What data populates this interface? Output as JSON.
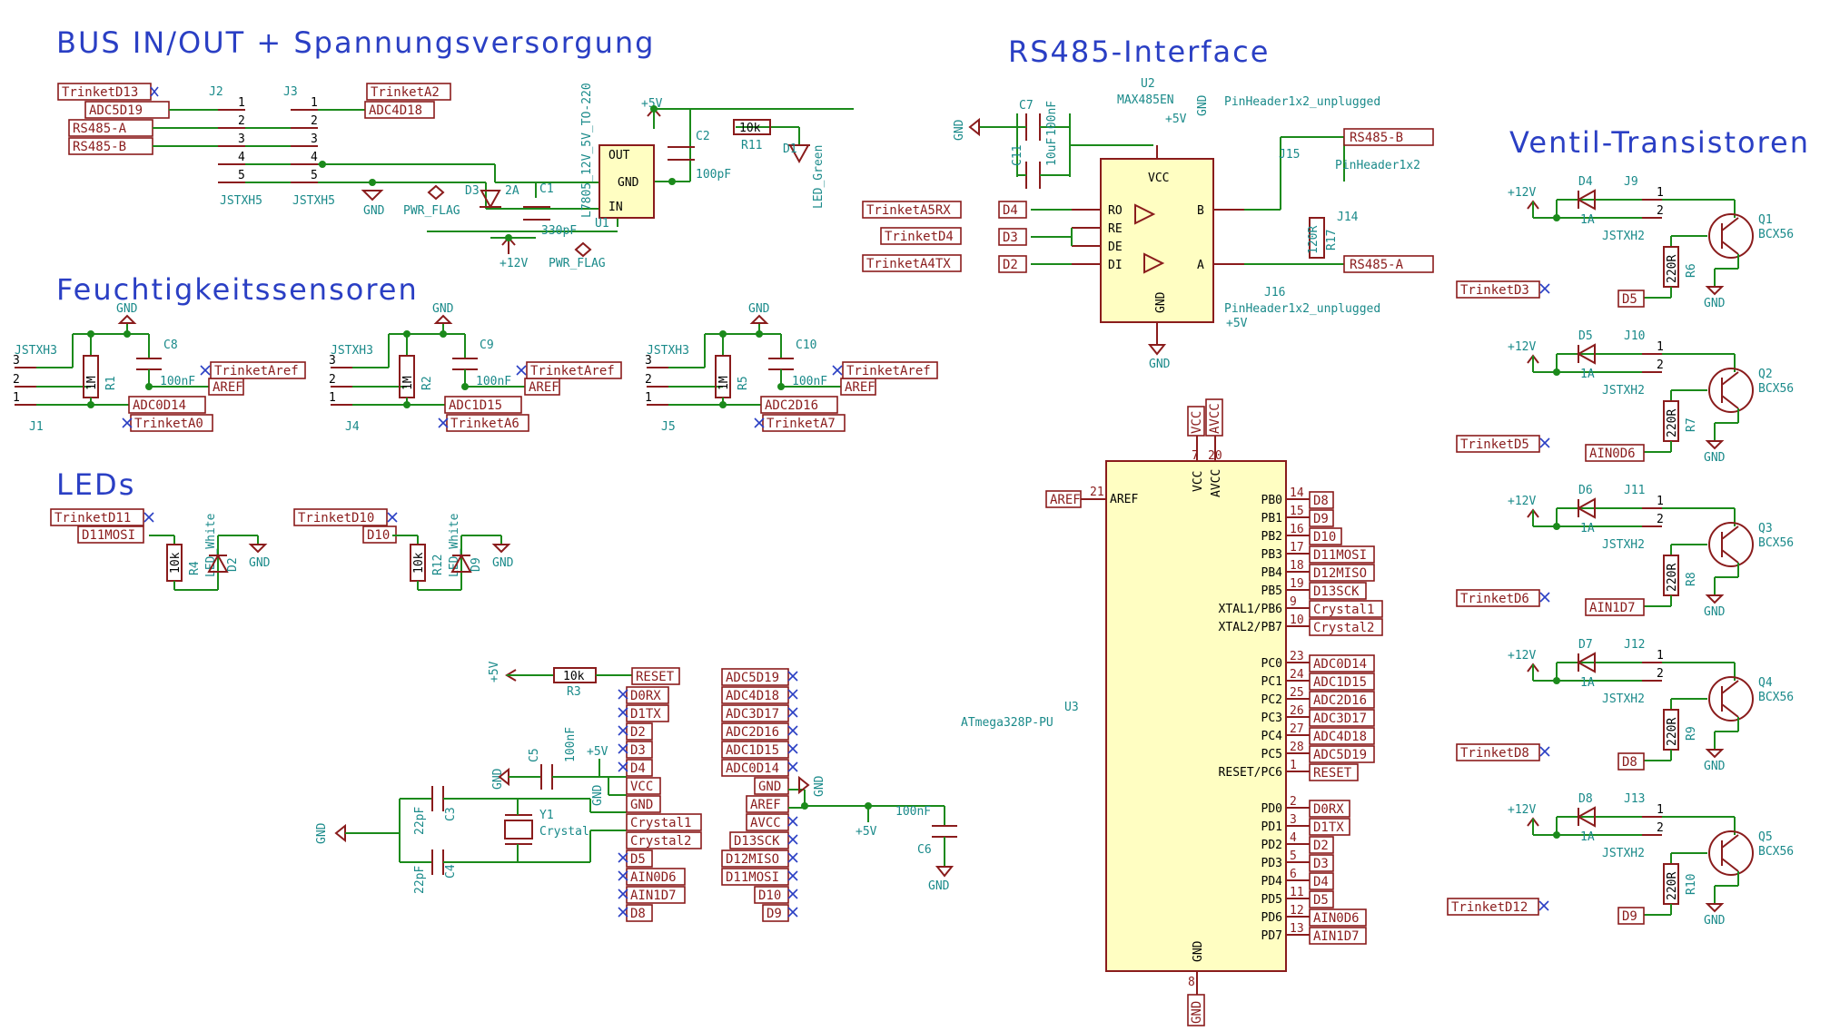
{
  "sections": {
    "bus": "BUS IN/OUT + Spannungsversorgung",
    "rs485": "RS485-Interface",
    "feucht": "Feuchtigkeitssensoren",
    "leds": "LEDs",
    "ventil": "Ventil-Transistoren"
  },
  "bus": {
    "j2": "J2",
    "j3": "J3",
    "jstxh5": "JSTXH5",
    "trinketD13": "TrinketD13",
    "adc5d19": "ADC5D19",
    "rs485a": "RS485-A",
    "rs485b": "RS485-B",
    "trinketA2": "TrinketA2",
    "adc4d18": "ADC4D18",
    "u1": "U1",
    "u1val": "L7805_12V_5V_TO-220",
    "out": "OUT",
    "gnd": "GND",
    "in": "IN",
    "d3": "D3",
    "d3val": "2A",
    "c1": "C1",
    "c1val": "330pF",
    "c2": "C2",
    "c2val": "100pF",
    "r11": "R11",
    "r11val": "10k",
    "d1": "D1",
    "d1val": "LED_Green",
    "p5v": "+5V",
    "p12v": "+12V",
    "pwrflag": "PWR_FLAG",
    "gndlbl": "GND"
  },
  "rs485": {
    "u2": "U2",
    "u2val": "MAX485EN",
    "c7": "C7",
    "c7val": "100nF",
    "c11": "C11",
    "c11val": "10uF",
    "j15": "J15",
    "j14": "J14",
    "j16": "J16",
    "r17": "R17",
    "r17val": "120R",
    "ph_unplugged": "PinHeader1x2_unplugged",
    "ph": "PinHeader1x2",
    "trinketA5RX": "TrinketA5RX",
    "trinketD4": "TrinketD4",
    "trinketA4TX": "TrinketA4TX",
    "d4": "D4",
    "d3": "D3",
    "d2": "D2",
    "rsb": "RS485-B",
    "rsa": "RS485-A",
    "ro": "RO",
    "re": "RE",
    "de": "DE",
    "di": "DI",
    "vcc": "VCC",
    "b": "B",
    "a": "A",
    "gnd": "GND"
  },
  "sensors": [
    {
      "j": "J1",
      "r": "R1",
      "c": "C8",
      "adc": "ADC0D14",
      "trinket": "TrinketA0"
    },
    {
      "j": "J4",
      "r": "R2",
      "c": "C9",
      "adc": "ADC1D15",
      "trinket": "TrinketA6"
    },
    {
      "j": "J5",
      "r": "R5",
      "c": "C10",
      "adc": "ADC2D16",
      "trinket": "TrinketA7"
    }
  ],
  "sensor_common": {
    "jstxh3": "JSTXH3",
    "rval": "1M",
    "cval": "100nF",
    "aref": "AREF",
    "trinketAref": "TrinketAref",
    "gnd": "GND"
  },
  "leds": [
    {
      "trinket": "TrinketD11",
      "net": "D11MOSI",
      "r": "R4",
      "d": "D2"
    },
    {
      "trinket": "TrinketD10",
      "net": "D10",
      "r": "R12",
      "d": "D9"
    }
  ],
  "led_common": {
    "rval": "10k",
    "dval": "LED_White",
    "gnd": "GND"
  },
  "mcu": {
    "u3": "U3",
    "u3val": "ATmega328P-PU",
    "aref": "AREF",
    "vcc": "VCC",
    "avcc": "AVCC",
    "gnd": "GND",
    "right_pins": [
      {
        "no": "14",
        "name": "PB0",
        "net": "D8"
      },
      {
        "no": "15",
        "name": "PB1",
        "net": "D9"
      },
      {
        "no": "16",
        "name": "PB2",
        "net": "D10"
      },
      {
        "no": "17",
        "name": "PB3",
        "net": "D11MOSI"
      },
      {
        "no": "18",
        "name": "PB4",
        "net": "D12MISO"
      },
      {
        "no": "19",
        "name": "PB5",
        "net": "D13SCK"
      },
      {
        "no": "9",
        "name": "XTAL1/PB6",
        "net": "Crystal1"
      },
      {
        "no": "10",
        "name": "XTAL2/PB7",
        "net": "Crystal2"
      },
      {
        "no": "23",
        "name": "PC0",
        "net": "ADC0D14"
      },
      {
        "no": "24",
        "name": "PC1",
        "net": "ADC1D15"
      },
      {
        "no": "25",
        "name": "PC2",
        "net": "ADC2D16"
      },
      {
        "no": "26",
        "name": "PC3",
        "net": "ADC3D17"
      },
      {
        "no": "27",
        "name": "PC4",
        "net": "ADC4D18"
      },
      {
        "no": "28",
        "name": "PC5",
        "net": "ADC5D19"
      },
      {
        "no": "1",
        "name": "RESET/PC6",
        "net": "RESET"
      },
      {
        "no": "2",
        "name": "PD0",
        "net": "D0RX"
      },
      {
        "no": "3",
        "name": "PD1",
        "net": "D1TX"
      },
      {
        "no": "4",
        "name": "PD2",
        "net": "D2"
      },
      {
        "no": "5",
        "name": "PD3",
        "net": "D3"
      },
      {
        "no": "6",
        "name": "PD4",
        "net": "D4"
      },
      {
        "no": "11",
        "name": "PD5",
        "net": "D5"
      },
      {
        "no": "12",
        "name": "PD6",
        "net": "AIN0D6"
      },
      {
        "no": "13",
        "name": "PD7",
        "net": "AIN1D7"
      }
    ]
  },
  "aux": {
    "r3": "R3",
    "r3val": "10k",
    "p5v": "+5V",
    "reset": "RESET",
    "left_labels": [
      "D0RX",
      "D1TX",
      "D2",
      "D3",
      "D4",
      "VCC",
      "GND",
      "Crystal1",
      "Crystal2",
      "D5",
      "AIN0D6",
      "AIN1D7",
      "D8"
    ],
    "c5": "C5",
    "c5val": "100nF",
    "c3": "C3",
    "c4": "C4",
    "cval22": "22pF",
    "y1": "Y1",
    "y1val": "Crystal",
    "gnd": "GND",
    "mid_labels": [
      "ADC5D19",
      "ADC4D18",
      "ADC3D17",
      "ADC2D16",
      "ADC1D15",
      "ADC0D14",
      "GND",
      "AREF",
      "AVCC",
      "D13SCK",
      "D12MISO",
      "D11MOSI",
      "D10",
      "D9"
    ],
    "c6": "C6",
    "c6val": "100nF"
  },
  "valves": [
    {
      "d": "D4",
      "j": "J9",
      "q": "Q1",
      "r": "R6",
      "net": "D5",
      "trinket": "TrinketD3"
    },
    {
      "d": "D5",
      "j": "J10",
      "q": "Q2",
      "r": "R7",
      "net": "AIN0D6",
      "trinket": "TrinketD5"
    },
    {
      "d": "D6",
      "j": "J11",
      "q": "Q3",
      "r": "R8",
      "net": "AIN1D7",
      "trinket": "TrinketD6"
    },
    {
      "d": "D7",
      "j": "J12",
      "q": "Q4",
      "r": "R9",
      "net": "D8",
      "trinket": "TrinketD8"
    },
    {
      "d": "D8",
      "j": "J13",
      "q": "Q5",
      "r": "R10",
      "net": "D9",
      "trinket": "TrinketD12"
    }
  ],
  "valve_common": {
    "p12v": "+12V",
    "dval": "1A",
    "jval": "JSTXH2",
    "qval": "BCX56",
    "rval": "220R",
    "gnd": "GND"
  }
}
